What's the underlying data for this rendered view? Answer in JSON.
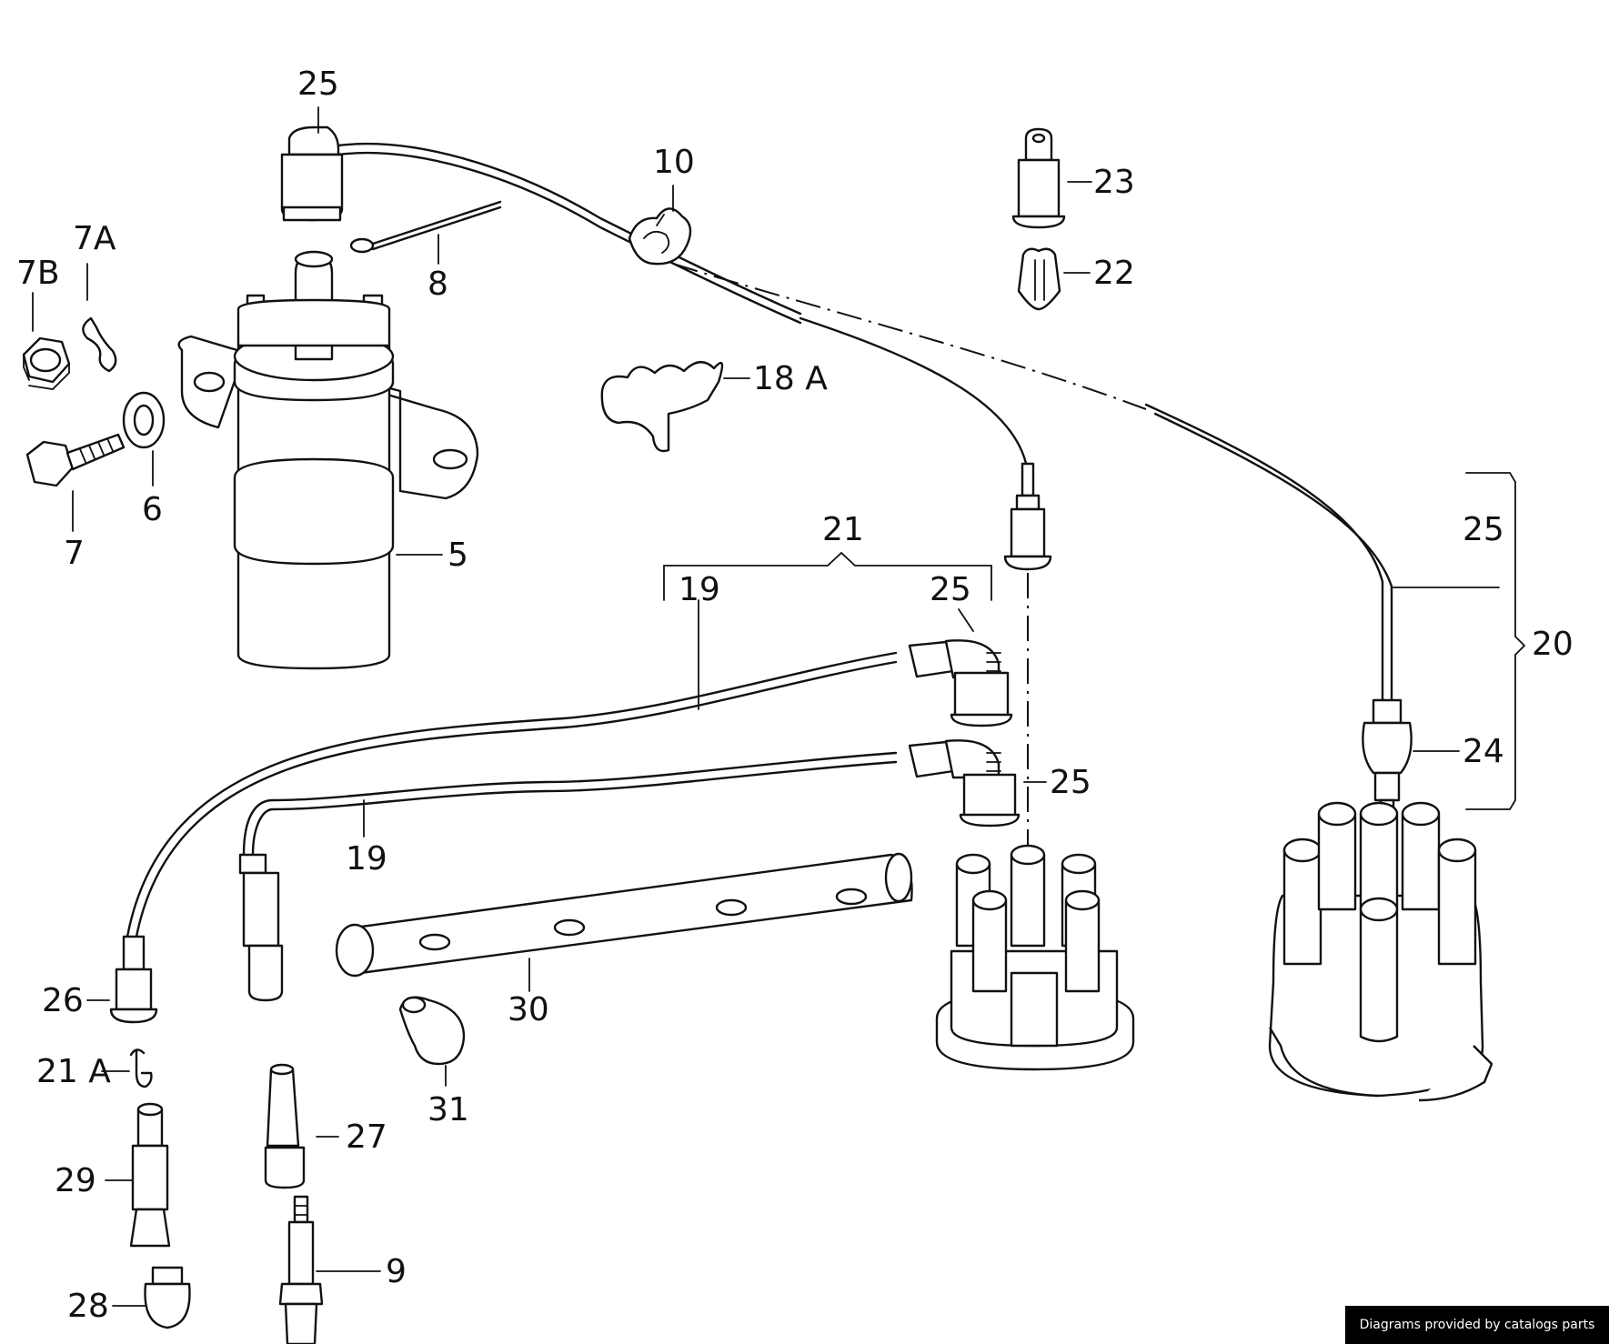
{
  "labels": {
    "l25_top": "25",
    "l10": "10",
    "l23": "23",
    "l22": "22",
    "l7a": "7A",
    "l7b": "7B",
    "l8": "8",
    "l18a": "18 A",
    "l6": "6",
    "l7": "7",
    "l5": "5",
    "l21": "21",
    "l25_bracket": "25",
    "l20": "20",
    "l19_top": "19",
    "l25_cap1": "25",
    "l25_cap2": "25",
    "l24": "24",
    "l19_bot": "19",
    "l26": "26",
    "l30": "30",
    "l21a": "21 A",
    "l31": "31",
    "l27": "27",
    "l29": "29",
    "l9": "9",
    "l28": "28"
  },
  "credit": "Diagrams provided by catalogs parts"
}
